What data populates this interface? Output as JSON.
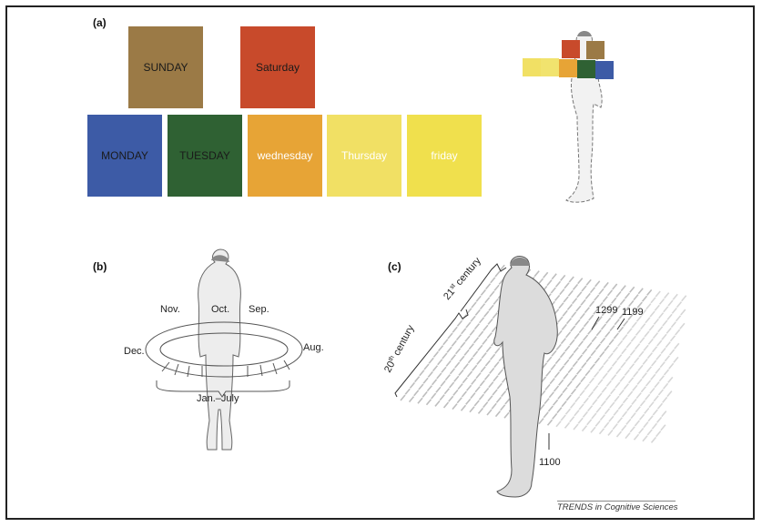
{
  "panels": {
    "a": {
      "label": "(a)",
      "days": [
        {
          "name": "SUNDAY",
          "color": "#9b7a46",
          "text_color": "#1a1a1a"
        },
        {
          "name": "Saturday",
          "color": "#c84a2b",
          "text_color": "#1a1a1a"
        },
        {
          "name": "MONDAY",
          "color": "#3d5ba6",
          "text_color": "#1a1a1a"
        },
        {
          "name": "TUESDAY",
          "color": "#2f6133",
          "text_color": "#1a1a1a"
        },
        {
          "name": "wednesday",
          "color": "#e7a436",
          "text_color": "#ffffff"
        },
        {
          "name": "Thursday",
          "color": "#f1e064",
          "text_color": "#ffffff"
        },
        {
          "name": "friday",
          "color": "#f0e04d",
          "text_color": "#ffffff"
        }
      ]
    },
    "b": {
      "label": "(b)",
      "months": {
        "nov": "Nov.",
        "oct": "Oct.",
        "sep": "Sep.",
        "dec": "Dec.",
        "aug": "Aug.",
        "janjuly": "Jan.–July"
      }
    },
    "c": {
      "label": "(c)",
      "century_20": "20",
      "century_20_sup": "th",
      "century_20_word": "century",
      "century_21": "21",
      "century_21_sup": "st",
      "century_21_word": "century",
      "year_1299": "1299",
      "year_1199": "1199",
      "year_1100": "1100"
    }
  },
  "credit": "TRENDS in Cognitive Sciences"
}
